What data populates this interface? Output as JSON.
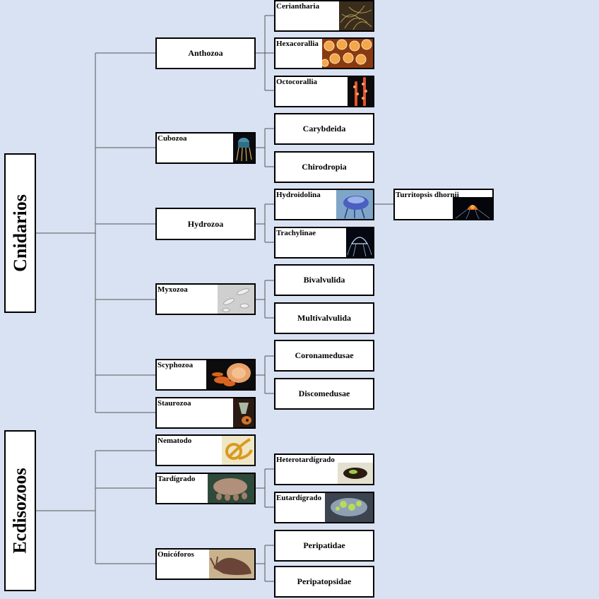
{
  "roots": [
    {
      "label": "Cnidarios"
    },
    {
      "label": "Ecdisozoos"
    }
  ],
  "classes": {
    "anthozoa": "Anthozoa",
    "cubozoa": "Cubozoa",
    "hydrozoa": "Hydrozoa",
    "myxozoa": "Myxozoa",
    "scyphozoa": "Scyphozoa",
    "staurozoa": "Staurozoa",
    "nematodo": "Nematodo",
    "tardigrado": "Tardígrado",
    "onicoforos": "Onicóforos"
  },
  "orders": {
    "ceriantharia": "Ceriantharia",
    "hexacorallia": "Hexacorallia",
    "octocorallia": "Octocorallia",
    "carybdeida": "Carybdeida",
    "chirodropia": "Chirodropia",
    "hydroidolina": "Hydroidolina",
    "trachylinae": "Trachylinae",
    "bivalvulida": "Bivalvulida",
    "multivalvulida": "Multivalvulida",
    "coronamedusae": "Coronamedusae",
    "discomedusae": "Discomedusae",
    "heterotardigrado": "Heterotardígrado",
    "eutardigrado": "Eutardígrado",
    "peripatidae": "Peripatidae",
    "peripatopsidae": "Peripatopsidae"
  },
  "species": {
    "turritopsis": "Turritopsis dhornii"
  },
  "colors": {
    "background": "#d9e2f2",
    "line": "#555555",
    "box_border": "#000000"
  }
}
